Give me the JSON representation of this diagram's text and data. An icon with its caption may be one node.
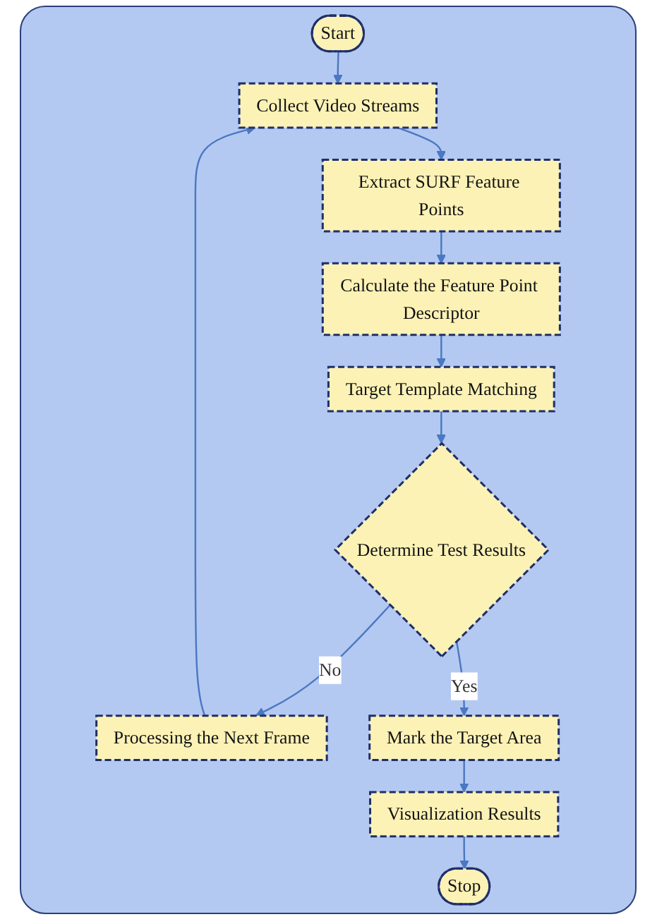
{
  "diagram": {
    "nodes": [
      {
        "text": [
          "Start"
        ]
      },
      {
        "text": [
          "Collect Video Streams"
        ]
      },
      {
        "text": [
          "Extract SURF Feature Points"
        ]
      },
      {
        "text": [
          "Calculate the Feature Point Descriptor"
        ]
      },
      {
        "text": [
          "Target Template Matching"
        ]
      },
      {
        "text": [
          "Determine Test Results"
        ]
      },
      {
        "text": [
          "Processing the Next Frame"
        ]
      },
      {
        "text": [
          "Mark the Target Area"
        ]
      },
      {
        "text": [
          "Visualization Results"
        ]
      },
      {
        "text": [
          "Stop"
        ]
      }
    ],
    "edges": [
      {
        "from": 0,
        "to": 1,
        "arrow": "to"
      },
      {
        "from": 1,
        "to": 2,
        "arrow": "to"
      },
      {
        "from": 2,
        "to": 3,
        "arrow": "to"
      },
      {
        "from": 3,
        "to": 4,
        "arrow": "to"
      },
      {
        "from": 4,
        "to": 5,
        "arrow": "to"
      },
      {
        "from": 5,
        "to": 6,
        "arrow": "to",
        "label": "No"
      },
      {
        "from": 6,
        "to": 1,
        "arrow": "to"
      },
      {
        "from": 5,
        "to": 7,
        "arrow": "to",
        "label": "Yes"
      },
      {
        "from": 7,
        "to": 8,
        "arrow": "to"
      },
      {
        "from": 8,
        "to": 9,
        "arrow": "to"
      }
    ]
  }
}
